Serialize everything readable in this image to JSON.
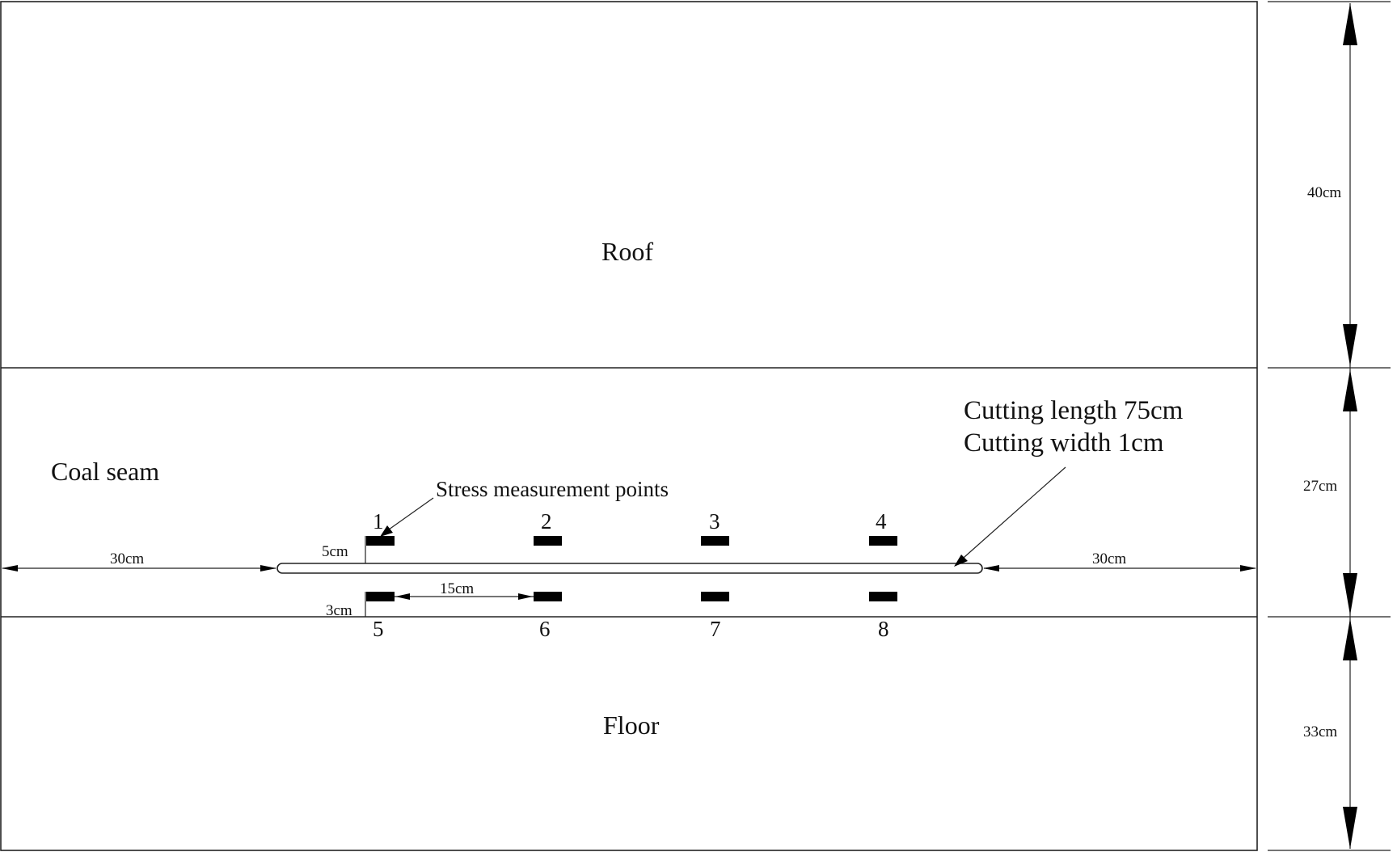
{
  "layers": {
    "roof": "Roof",
    "coal_seam": "Coal seam",
    "floor": "Floor"
  },
  "dimensions": {
    "roof_height": "40cm",
    "seam_height": "27cm",
    "floor_height": "33cm",
    "left_margin": "30cm",
    "right_margin": "30cm",
    "upper_offset": "5cm",
    "lower_offset": "3cm",
    "spacing": "15cm"
  },
  "cutting": {
    "length_label": "Cutting length 75cm",
    "width_label": "Cutting width 1cm"
  },
  "stress_points": {
    "label": "Stress measurement points",
    "upper": [
      "1",
      "2",
      "3",
      "4"
    ],
    "lower": [
      "5",
      "6",
      "7",
      "8"
    ]
  },
  "colors": {
    "line": "#222222",
    "gauge": "#000000",
    "background": "#ffffff"
  }
}
